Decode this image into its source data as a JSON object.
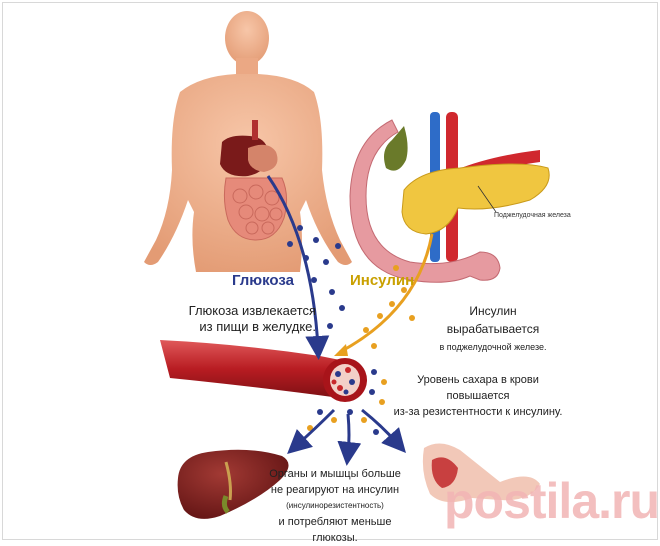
{
  "labels": {
    "glucose": "Глюкоза",
    "insulin": "Инсулин",
    "glucose_desc_1": "Глюкоза извлекается",
    "glucose_desc_2": "из пищи в желудке.",
    "pancreas": "Поджелудочная железа",
    "insulin_desc_1": "Инсулин вырабатывается",
    "insulin_desc_2": "в поджелудочной железе.",
    "sugar_desc_1": "Уровень сахара в крови повышается",
    "sugar_desc_2": "из-за резистентности к инсулину.",
    "organs_1": "Органы и мышцы больше",
    "organs_2": "не реагируют на инсулин",
    "organs_3": "(инсулинорезистентность)",
    "organs_4": "и потребляют меньше глюкозы."
  },
  "watermark": "postila.ru",
  "colors": {
    "glucose": "#2a3a8c",
    "insulin": "#e8a020",
    "skin": "#f0b08e",
    "vessel": "#c8282c",
    "liver": "#7a1a1a"
  }
}
